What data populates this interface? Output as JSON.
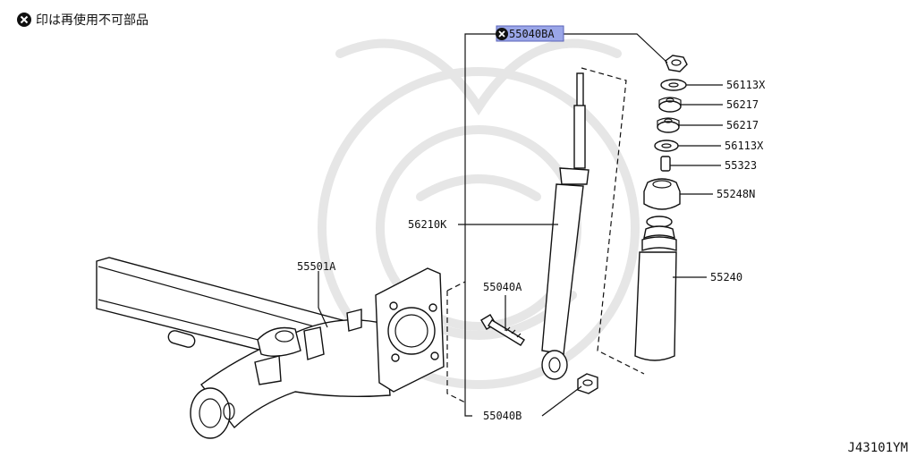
{
  "legend": {
    "icon": "x-circle-icon",
    "text": "印は再使用不可部品"
  },
  "diagram_code": "J43101YM",
  "highlight_color": "#9aa6e8",
  "parts": [
    {
      "id": "p1",
      "number": "55040BA",
      "not_reusable": true,
      "highlighted": true
    },
    {
      "id": "p2",
      "number": "56113X"
    },
    {
      "id": "p3",
      "number": "56217"
    },
    {
      "id": "p4",
      "number": "56217"
    },
    {
      "id": "p5",
      "number": "56113X"
    },
    {
      "id": "p6",
      "number": "55323"
    },
    {
      "id": "p7",
      "number": "55248N"
    },
    {
      "id": "p8",
      "number": "56210K"
    },
    {
      "id": "p9",
      "number": "55501A"
    },
    {
      "id": "p10",
      "number": "55040A"
    },
    {
      "id": "p11",
      "number": "55240"
    },
    {
      "id": "p12",
      "number": "55040B"
    }
  ]
}
